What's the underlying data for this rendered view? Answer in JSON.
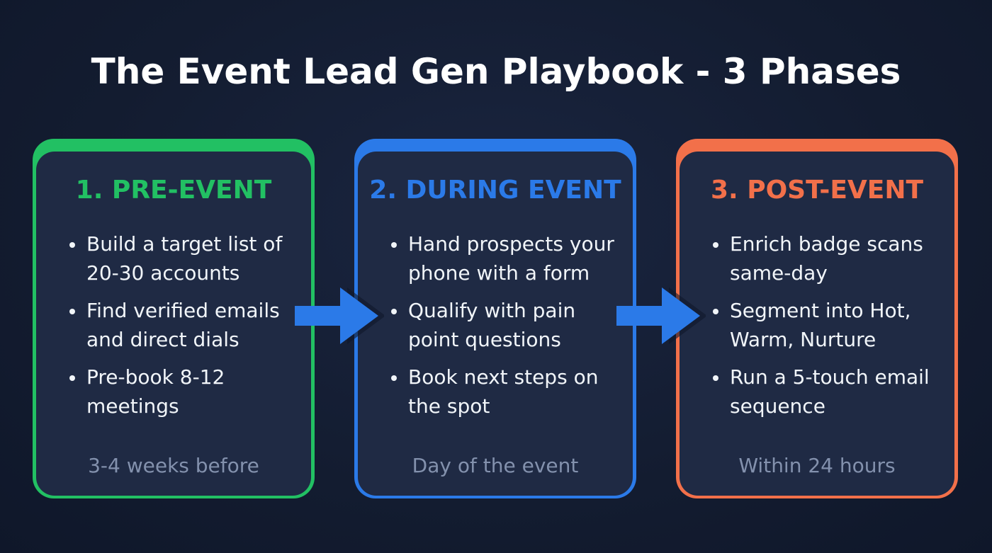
{
  "title": "The Event Lead Gen Playbook - 3 Phases",
  "colors": {
    "background": "#131c30",
    "card_fill": "#1f2a44",
    "phase1": "#22c063",
    "phase2": "#2b7ae8",
    "phase3": "#f2704a",
    "arrow": "#2b7ae8",
    "timing_text": "#8391ad"
  },
  "phases": [
    {
      "heading": "1. PRE-EVENT",
      "color": "#22c063",
      "bullets": [
        "Build a target list of 20-30 accounts",
        "Find verified emails and direct dials",
        "Pre-book 8-12 meetings"
      ],
      "timing": "3-4 weeks before"
    },
    {
      "heading": "2. DURING EVENT",
      "color": "#2b7ae8",
      "bullets": [
        "Hand prospects your phone with a form",
        "Qualify with pain point questions",
        "Book next steps on the spot"
      ],
      "timing": "Day of the event"
    },
    {
      "heading": "3. POST-EVENT",
      "color": "#f2704a",
      "bullets": [
        "Enrich badge scans same-day",
        "Segment into Hot, Warm, Nurture",
        "Run a 5-touch email sequence"
      ],
      "timing": "Within 24 hours"
    }
  ],
  "arrows": [
    {
      "from": "1. PRE-EVENT",
      "to": "2. DURING EVENT",
      "icon": "arrow-right-icon"
    },
    {
      "from": "2. DURING EVENT",
      "to": "3. POST-EVENT",
      "icon": "arrow-right-icon"
    }
  ]
}
